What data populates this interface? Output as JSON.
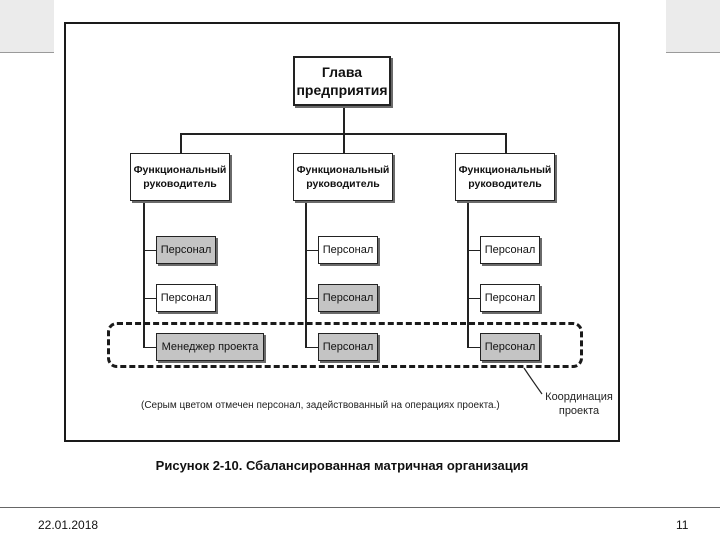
{
  "diagram": {
    "head": {
      "line1": "Глава",
      "line2": "предприятия"
    },
    "functional": [
      {
        "line1": "Функциональный",
        "line2": "руководитель"
      },
      {
        "line1": "Функциональный",
        "line2": "руководитель"
      },
      {
        "line1": "Функциональный",
        "line2": "руководитель"
      }
    ],
    "columns": [
      {
        "items": [
          {
            "label": "Персонал",
            "gray": true
          },
          {
            "label": "Персонал",
            "gray": false
          },
          {
            "label": "Менеджер проекта",
            "gray": true
          }
        ]
      },
      {
        "items": [
          {
            "label": "Персонал",
            "gray": false
          },
          {
            "label": "Персонал",
            "gray": true
          },
          {
            "label": "Персонал",
            "gray": true
          }
        ]
      },
      {
        "items": [
          {
            "label": "Персонал",
            "gray": false
          },
          {
            "label": "Персонал",
            "gray": false
          },
          {
            "label": "Персонал",
            "gray": true
          }
        ]
      }
    ],
    "note": "(Серым цветом отмечен персонал, задействованный на операциях проекта.)",
    "coordination": {
      "line1": "Координация",
      "line2": "проекта"
    },
    "caption": "Рисунок 2-10. Сбалансированная матричная организация"
  },
  "footer": {
    "date": "22.01.2018",
    "page": "11"
  },
  "colors": {
    "gray_fill": "#c4c4c4",
    "border": "#222222"
  }
}
